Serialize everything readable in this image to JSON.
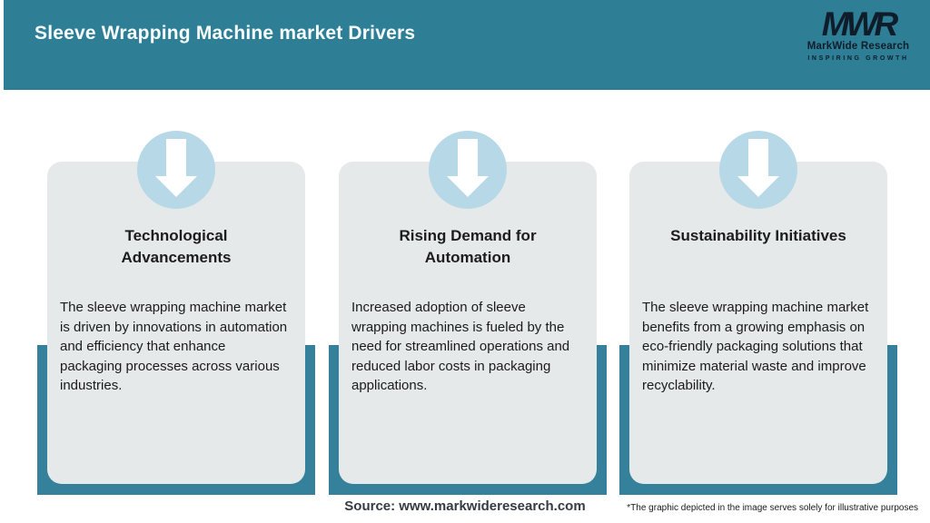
{
  "header": {
    "title": "Sleeve Wrapping Machine market Drivers",
    "logo": {
      "monogram": "MWR",
      "name": "MarkWide Research",
      "tagline": "INSPIRING GROWTH"
    }
  },
  "cards": [
    {
      "title": "Technological Advancements",
      "body": "The sleeve wrapping machine market is driven by innovations in automation and efficiency that enhance packaging processes across various industries.",
      "icon": "down-arrow-icon"
    },
    {
      "title": "Rising Demand for Automation",
      "body": "Increased adoption of sleeve wrapping machines is fueled by the need for streamlined operations and reduced labor costs in packaging applications.",
      "icon": "down-arrow-icon"
    },
    {
      "title": "Sustainability Initiatives",
      "body": "The sleeve wrapping machine market benefits from a growing emphasis on eco-friendly packaging solutions that minimize material waste and improve recyclability.",
      "icon": "down-arrow-icon"
    }
  ],
  "footer": {
    "source": "Source: www.markwideresearch.com",
    "disclaimer": "*The graphic depicted in the image serves solely for illustrative purposes"
  },
  "colors": {
    "header_teal": "#2e7f96",
    "frame_teal": "#35809a",
    "circle_blue": "#b6d8e7",
    "card_grey": "#e6e9ea",
    "arrow_white": "#ffffff"
  }
}
